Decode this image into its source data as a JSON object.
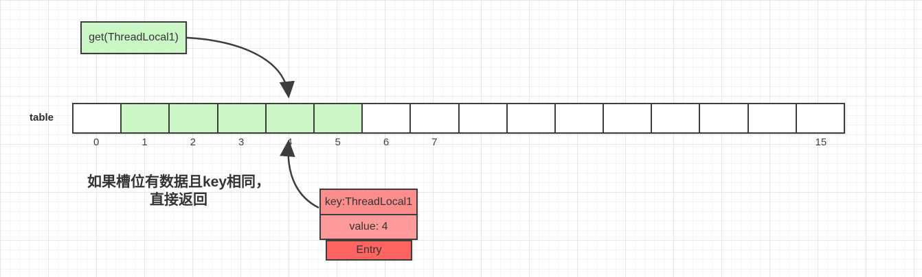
{
  "diagram": {
    "call_box": {
      "label": "get(ThreadLocal1)"
    },
    "table": {
      "label": "table",
      "cell_count": 16,
      "green_cells": [
        1,
        2,
        3,
        4,
        5
      ],
      "index_labels": [
        "0",
        "1",
        "2",
        "3",
        "4",
        "5",
        "6",
        "7",
        "",
        "",
        "",
        "",
        "",
        "",
        "",
        "15"
      ]
    },
    "annotation": {
      "line1": "如果槽位有数据且key相同，",
      "line2": "直接返回"
    },
    "entry": {
      "key_label": "key:ThreadLocal1",
      "value_label": "value: 4",
      "type_label": "Entry"
    },
    "colors": {
      "green": "#cbf7c6",
      "salmon_key": "#fb8d8c",
      "salmon_value": "#fe9a99",
      "red_entry": "#fe6562",
      "border": "#3d3d3d"
    }
  }
}
